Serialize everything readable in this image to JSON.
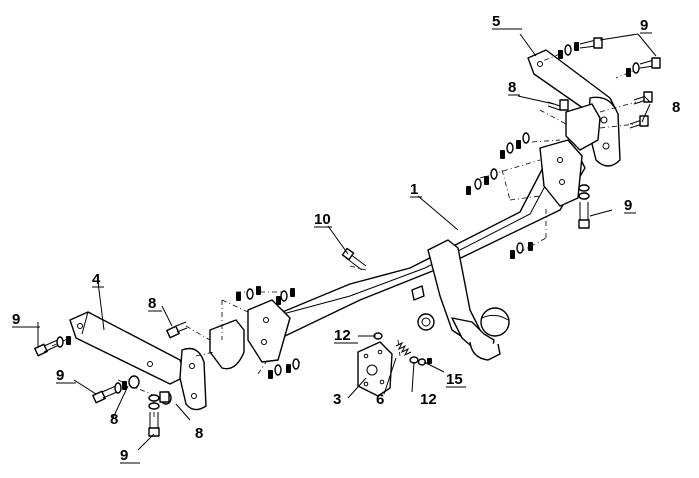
{
  "callouts": {
    "c1": "1",
    "c3": "3",
    "c4": "4",
    "c5": "5",
    "c6": "6",
    "c8a": "8",
    "c8b": "8",
    "c8c": "8",
    "c8d": "8",
    "c8e": "8",
    "c9a": "9",
    "c9b": "9",
    "c9c": "9",
    "c9d": "9",
    "c9e": "9",
    "c10": "10",
    "c12a": "12",
    "c12b": "12",
    "c15": "15"
  }
}
